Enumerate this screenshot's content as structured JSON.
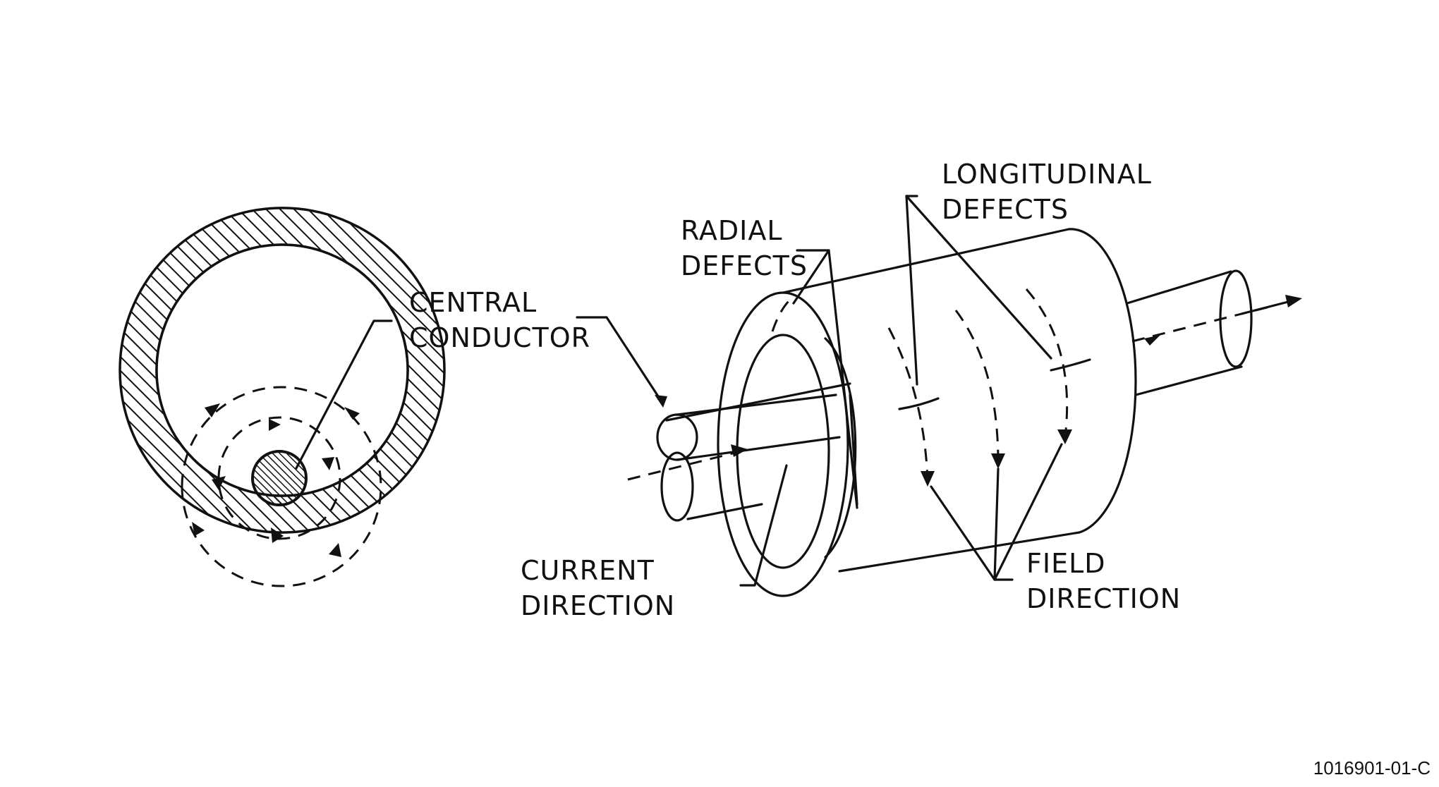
{
  "labels": {
    "central_conductor_line1": "CENTRAL",
    "central_conductor_line2": "CONDUCTOR",
    "radial_defects_line1": "RADIAL",
    "radial_defects_line2": "DEFECTS",
    "longitudinal_defects_line1": "LONGITUDINAL",
    "longitudinal_defects_line2": "DEFECTS",
    "current_direction_line1": "CURRENT",
    "current_direction_line2": "DIRECTION",
    "field_direction_line1": "FIELD",
    "field_direction_line2": "DIRECTION"
  },
  "figure_id": "1016901-01-C"
}
